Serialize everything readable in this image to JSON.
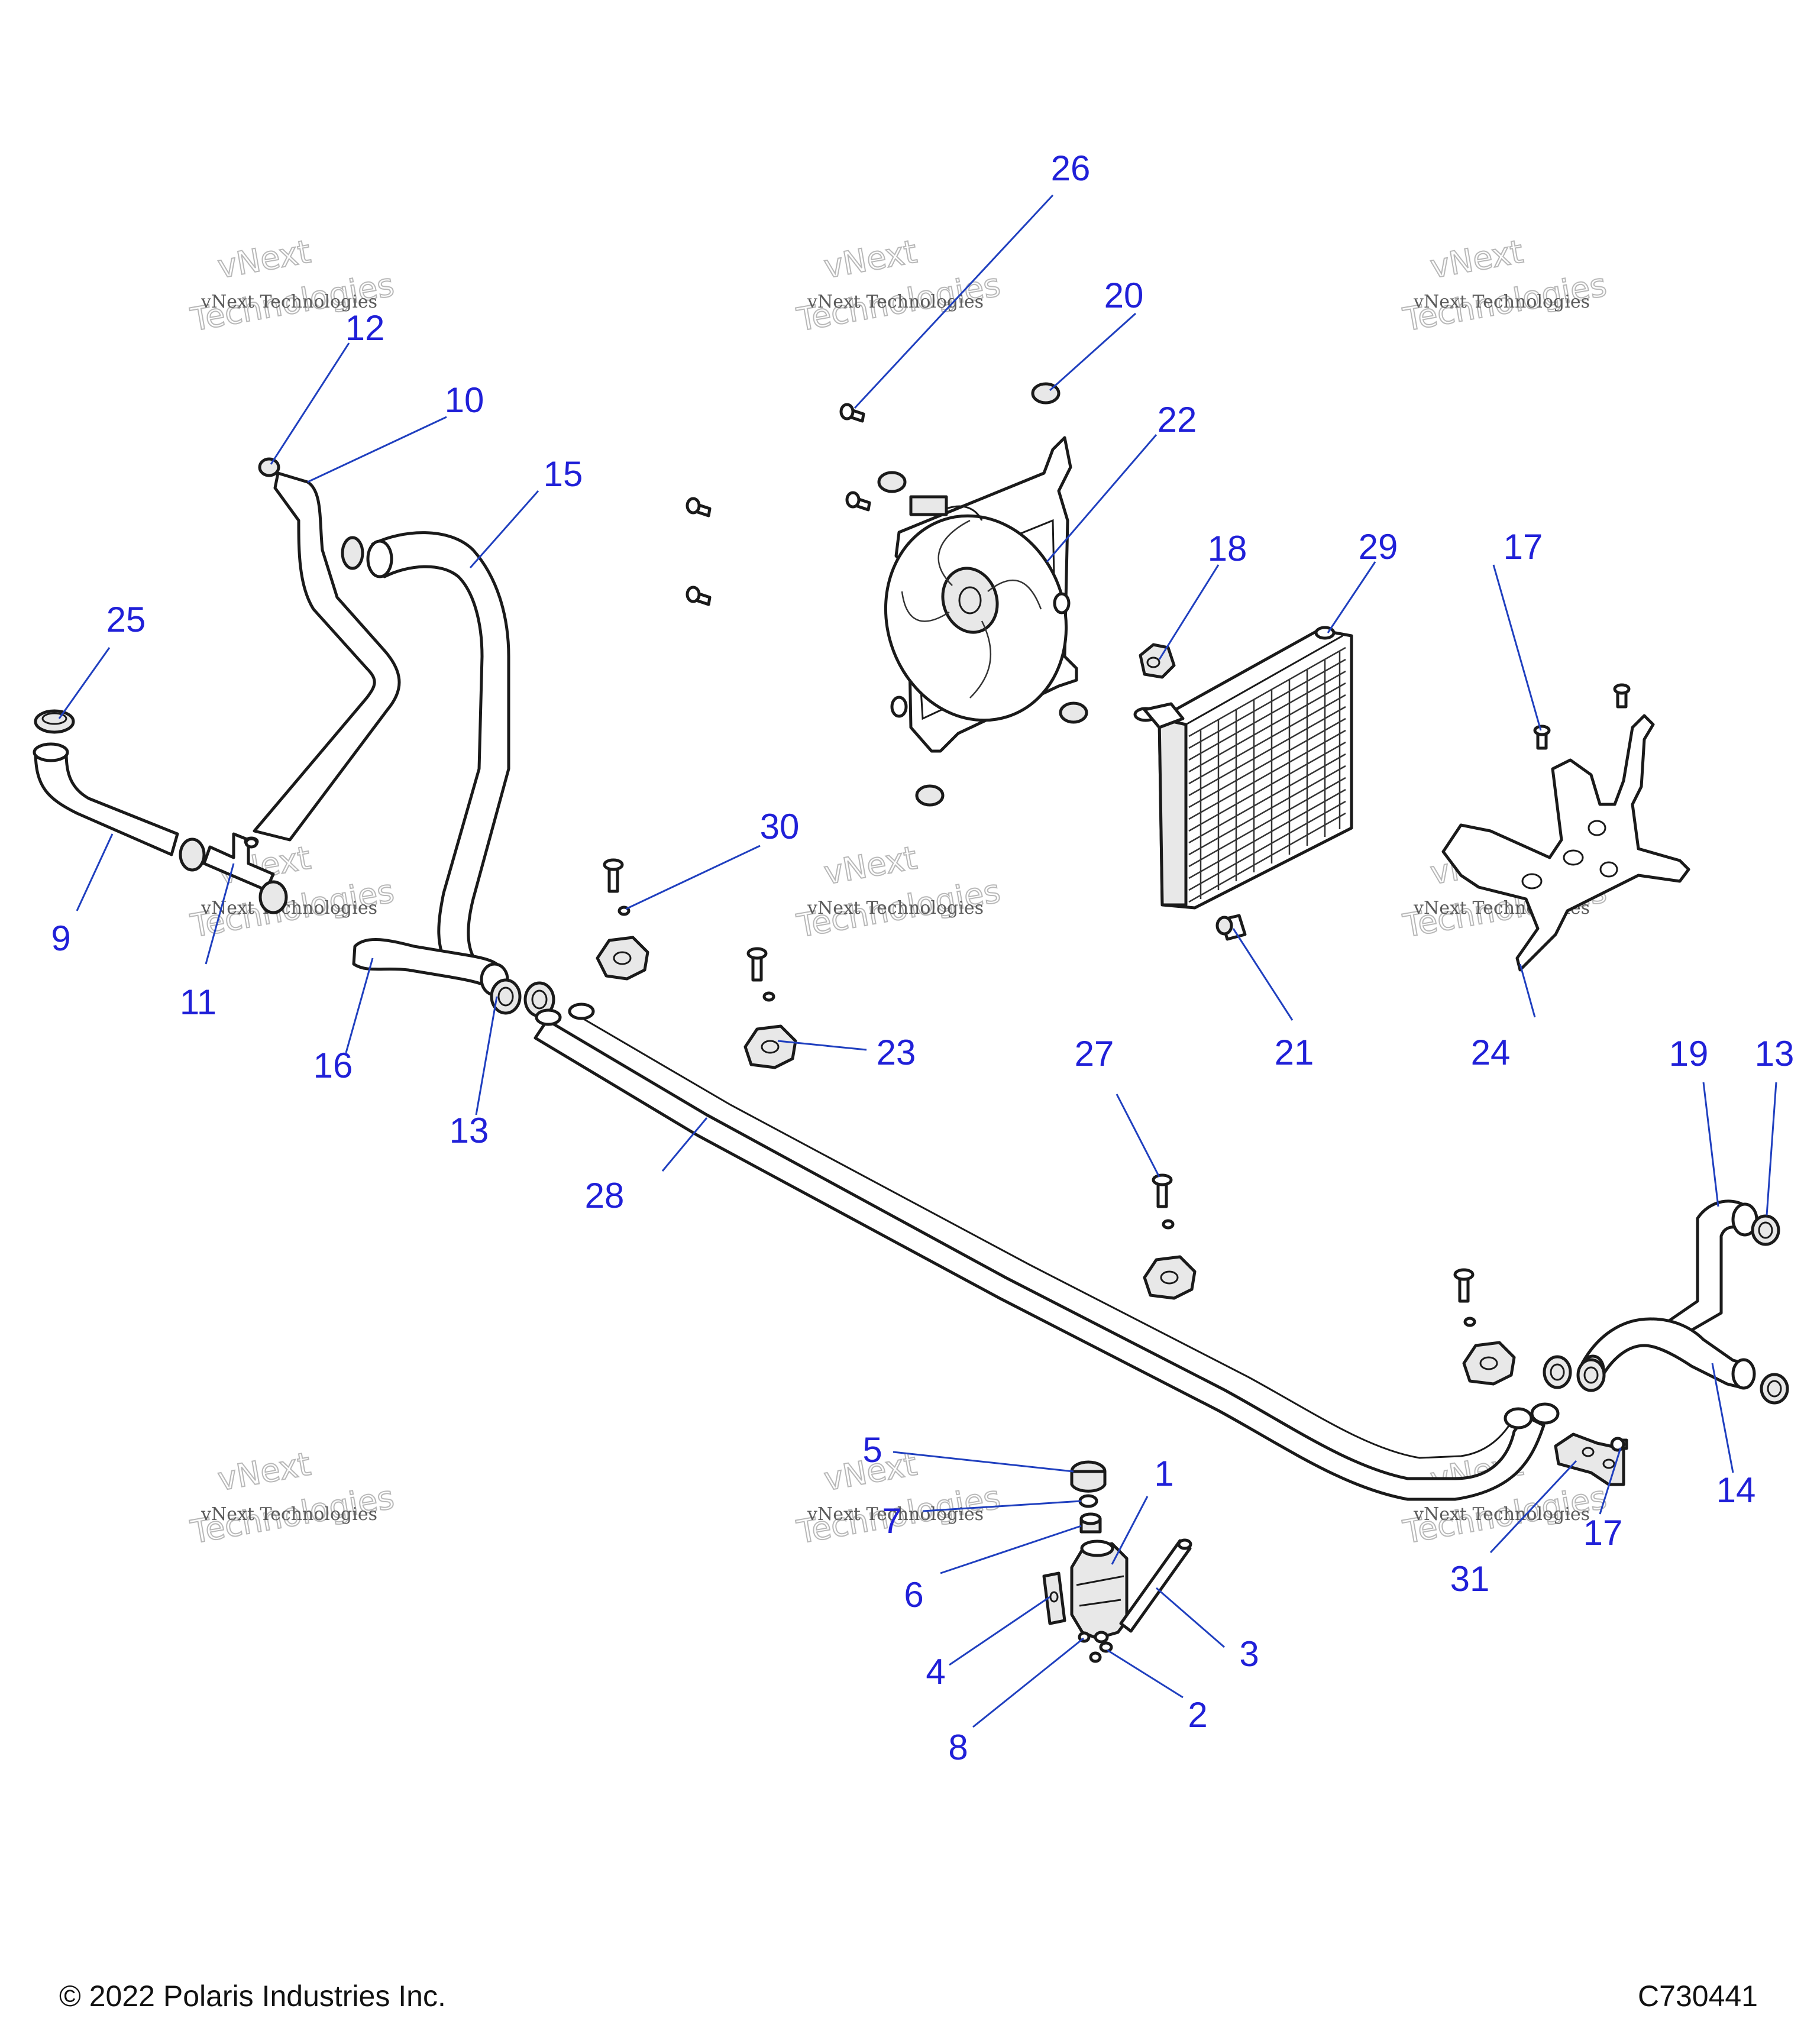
{
  "footer": {
    "copyright": "© 2022 Polaris Industries Inc.",
    "drawing_number": "C730441"
  },
  "watermark": {
    "line_small": "vNext Technologies",
    "line_big_1": "vNext",
    "line_big_2": "Technologies"
  },
  "callouts": {
    "c1": "1",
    "c2": "2",
    "c3": "3",
    "c4": "4",
    "c5": "5",
    "c6": "6",
    "c7": "7",
    "c8": "8",
    "c9": "9",
    "c10": "10",
    "c11": "11",
    "c12": "12",
    "c13a": "13",
    "c13b": "13",
    "c14": "14",
    "c15": "15",
    "c16": "16",
    "c17a": "17",
    "c17b": "17",
    "c18": "18",
    "c19": "19",
    "c20": "20",
    "c21": "21",
    "c22": "22",
    "c23": "23",
    "c24": "24",
    "c25": "25",
    "c26": "26",
    "c27": "27",
    "c28": "28",
    "c29": "29",
    "c30": "30",
    "c31": "31"
  }
}
